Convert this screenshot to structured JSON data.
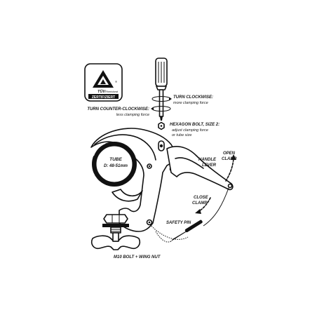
{
  "badge": {
    "brand_main": "TÜV",
    "brand_sub": "Rheinland",
    "registered": "®",
    "caption": "ZERTIFIZIERT"
  },
  "labels": {
    "turn_clockwise_title": "TURN CLOCKWISE:",
    "turn_clockwise_desc": "more clamping force",
    "turn_counter_title": "TURN COUNTER-CLOCKWISE:",
    "turn_counter_desc": "less clamping force",
    "hex_bolt_title": "HEXAGON BOLT, SIZE 2:",
    "hex_bolt_desc1": "adjust clamping force",
    "hex_bolt_desc2": "or tube size",
    "tube_title": "TUBE",
    "tube_size": "D: 48-51mm",
    "handle_line1": "HANDLE",
    "handle_line2": "LEVER",
    "open_line1": "OPEN",
    "open_line2": "CLAMP",
    "close_line1": "CLOSE",
    "close_line2": "CLAMP",
    "safety_pin": "SAFETY PIN",
    "m10": "M10 BOLT + WING NUT"
  }
}
